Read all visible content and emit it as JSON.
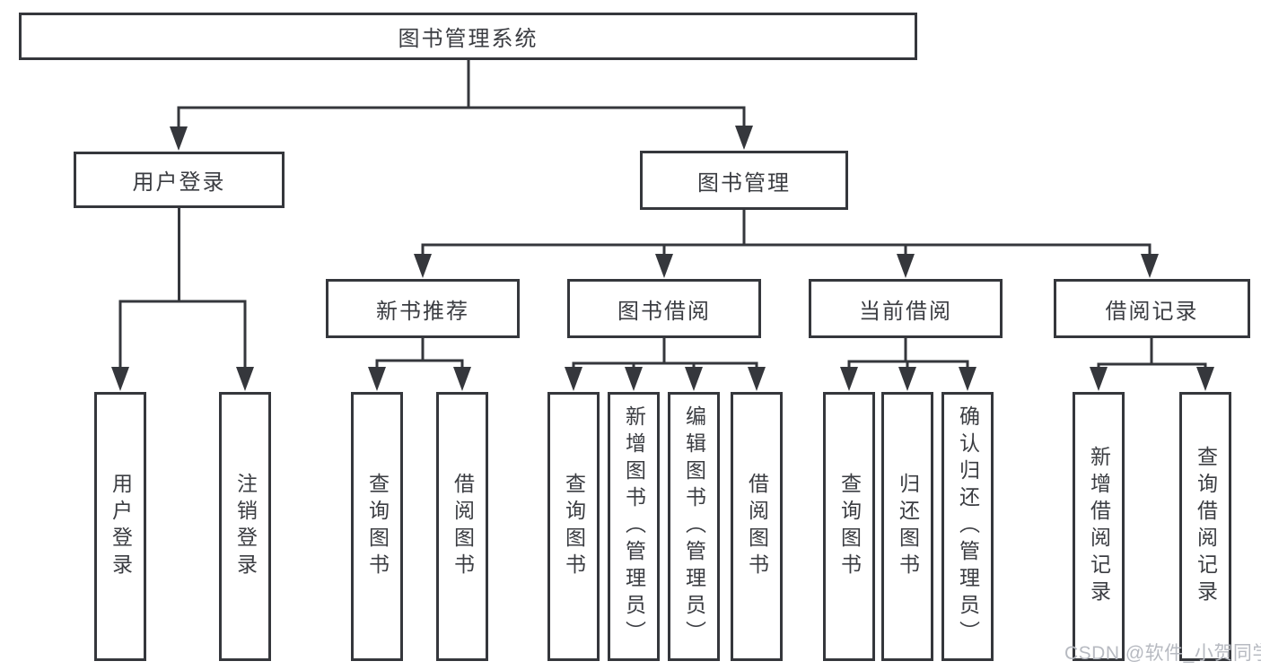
{
  "tree": {
    "root": "图书管理系统",
    "branches": [
      {
        "label": "用户登录",
        "children": [
          "用户登录",
          "注销登录"
        ]
      },
      {
        "label": "图书管理",
        "sections": [
          {
            "label": "新书推荐",
            "children": [
              "查询图书",
              "借阅图书"
            ]
          },
          {
            "label": "图书借阅",
            "children": [
              "查询图书",
              "新增图书（管理员）",
              "编辑图书（管理员）",
              "借阅图书"
            ]
          },
          {
            "label": "当前借阅",
            "children": [
              "查询图书",
              "归还图书",
              "确认归还（管理员）"
            ]
          },
          {
            "label": "借阅记录",
            "children": [
              "新增借阅记录",
              "查询借阅记录"
            ]
          }
        ]
      }
    ]
  },
  "watermark": "CSDN @软件_小贺同学",
  "colors": {
    "line": "#35373c",
    "text": "#3b3d42",
    "watermark": "#b7bac1",
    "background": "#ffffff"
  }
}
